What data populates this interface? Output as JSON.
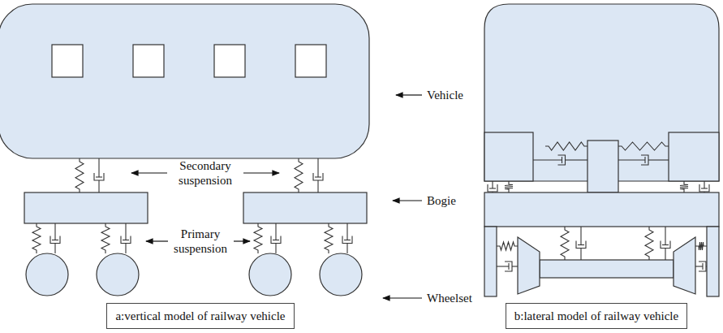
{
  "diagram": {
    "nodes": [
      {
        "text": [
          "a:vertical model of railway vehicle"
        ]
      },
      {
        "text": [
          "b:lateral model of railway vehicle"
        ]
      }
    ],
    "labels": [
      "Vehicle",
      "Secondary suspension",
      "Bogie",
      "Primary suspension",
      "Wheelset"
    ]
  }
}
